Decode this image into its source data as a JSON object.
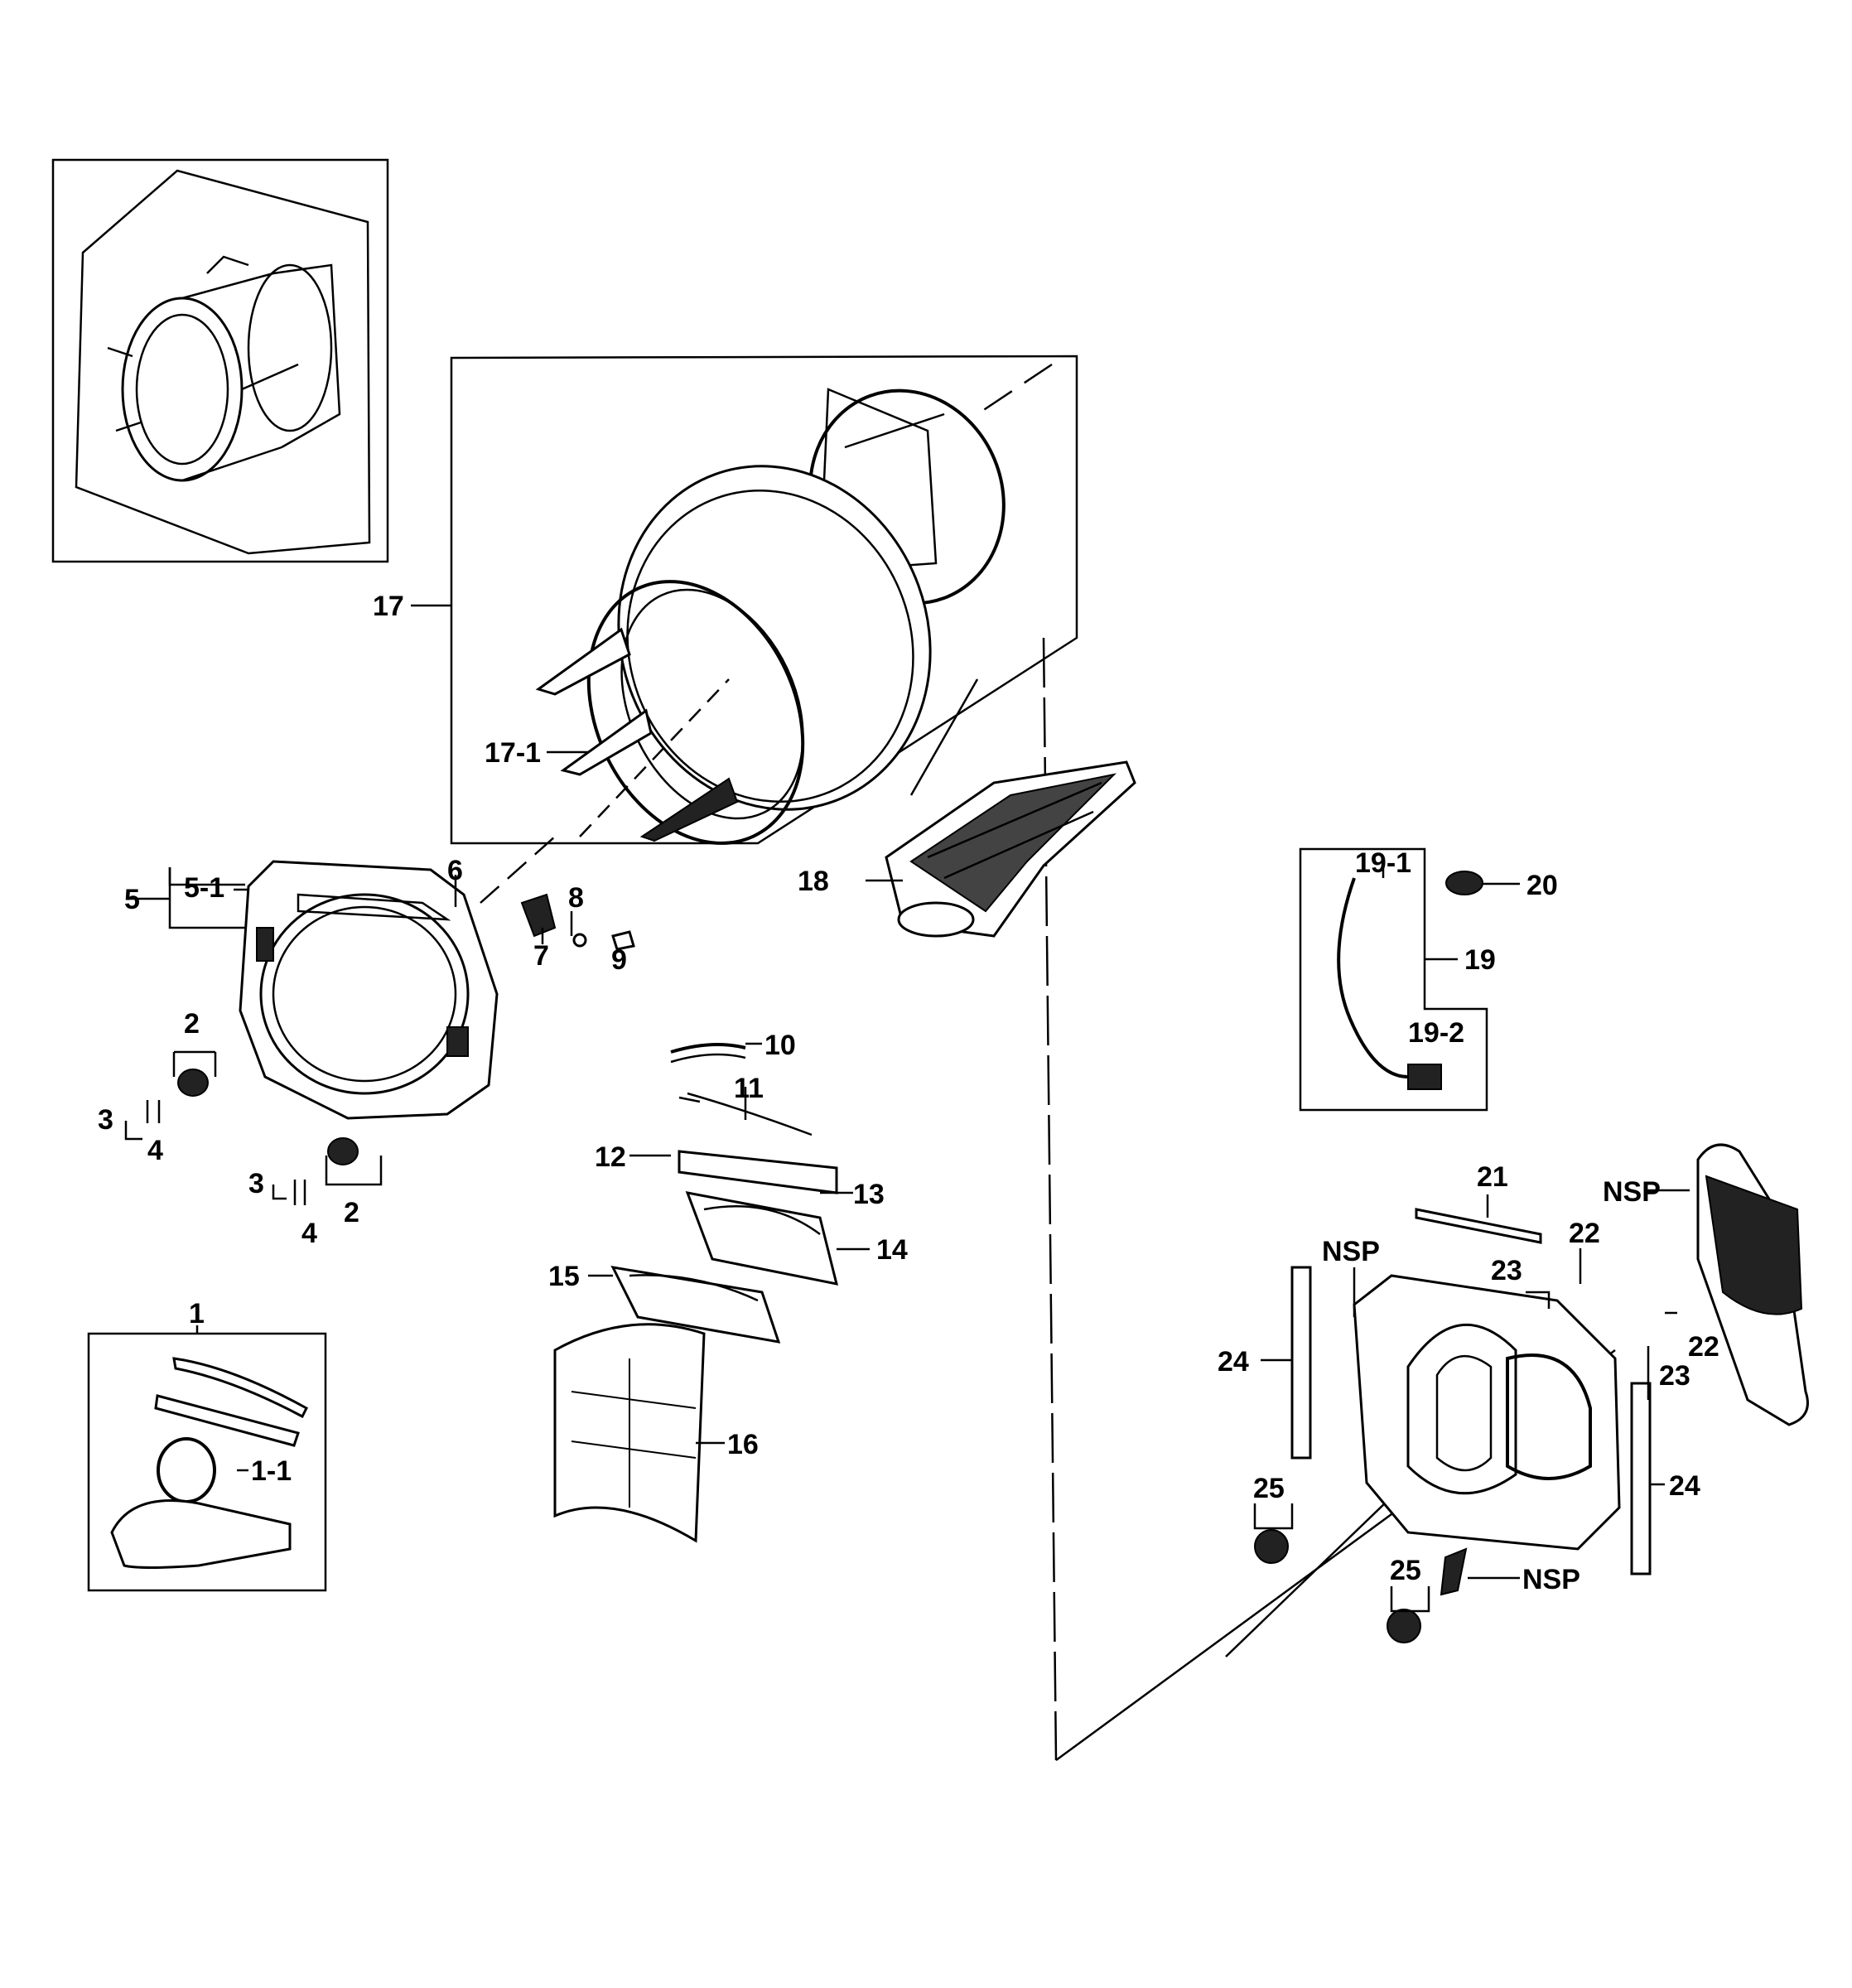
{
  "labels": {
    "p1": "1",
    "p1_1": "1-1",
    "p2a": "2",
    "p2b": "2",
    "p3a": "3",
    "p3b": "3",
    "p4a": "4",
    "p4b": "4",
    "p5": "5",
    "p5_1": "5-1",
    "p6": "6",
    "p7": "7",
    "p8": "8",
    "p9": "9",
    "p10": "10",
    "p11": "11",
    "p12": "12",
    "p13": "13",
    "p14": "14",
    "p15": "15",
    "p16": "16",
    "p17": "17",
    "p17_1": "17-1",
    "p18": "18",
    "p19": "19",
    "p19_1": "19-1",
    "p19_2": "19-2",
    "p20": "20",
    "p21": "21",
    "p22a": "22",
    "p22b": "22",
    "p23a": "23",
    "p23b": "23",
    "p24a": "24",
    "p24b": "24",
    "p25a": "25",
    "p25b": "25",
    "nsp1": "NSP",
    "nsp2": "NSP",
    "nsp3": "NSP"
  }
}
